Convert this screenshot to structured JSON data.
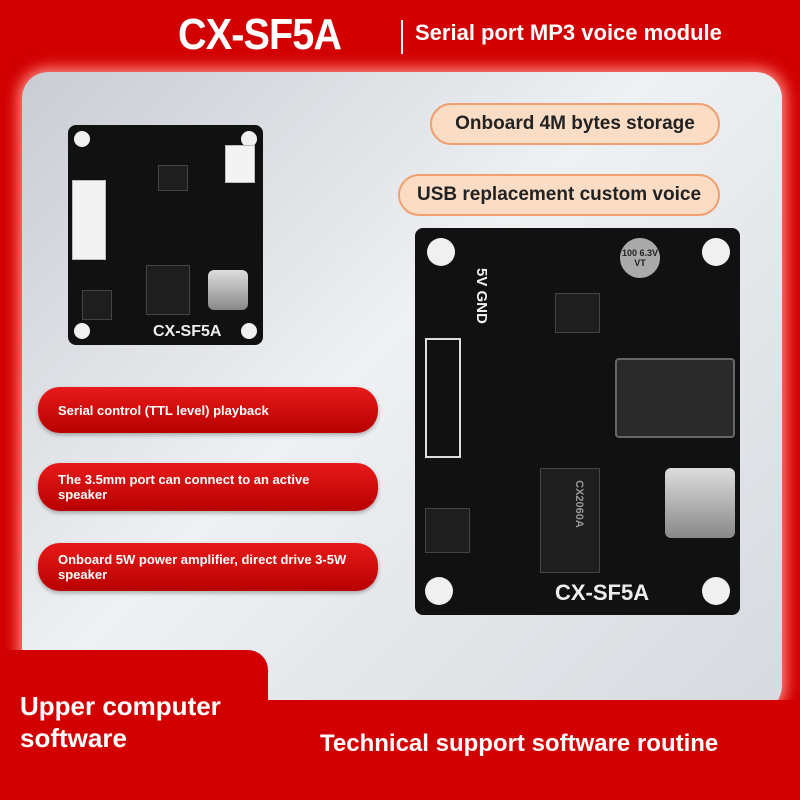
{
  "header": {
    "title": "CX-SF5A",
    "subtitle": "Serial port MP3 voice module"
  },
  "features_right": [
    "Onboard 4M bytes storage",
    "USB replacement custom voice"
  ],
  "features_left": [
    "Serial control (TTL level) playback",
    "The 3.5mm port can connect to an active speaker",
    "Onboard 5W power amplifier, direct drive 3-5W speaker"
  ],
  "board": {
    "label": "CX-SF5A",
    "pins": "5V GND",
    "capacitor": "100 6.3V VT",
    "chip": "CX2060A"
  },
  "footer": {
    "left": "Upper computer software",
    "right": "Technical support software routine"
  },
  "colors": {
    "brand_red": "#d20000",
    "peach": "#fbdcc4"
  }
}
